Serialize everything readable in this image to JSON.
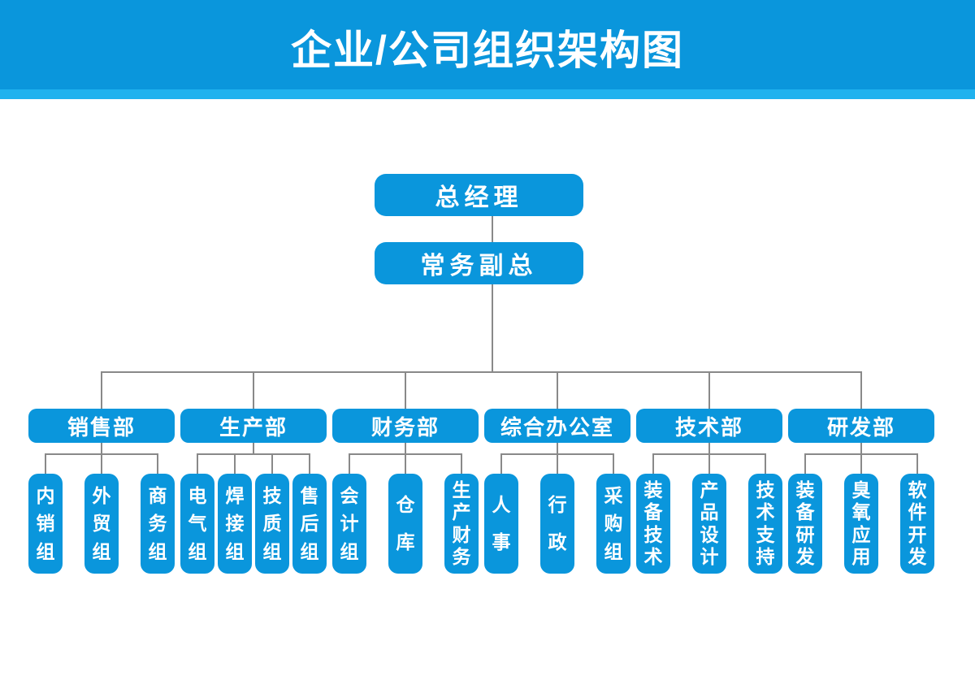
{
  "header": {
    "title": "企业/公司组织架构图"
  },
  "colors": {
    "primary_blue": "#0a96dc",
    "light_blue_strip": "#20b2ee",
    "connector_gray": "#898989",
    "text_white": "#ffffff"
  },
  "top_nodes": [
    {
      "label": "总经理"
    },
    {
      "label": "常务副总"
    }
  ],
  "departments": [
    {
      "label": "销售部",
      "children": [
        "内销组",
        "外贸组",
        "商务组"
      ]
    },
    {
      "label": "生产部",
      "children": [
        "电气组",
        "焊接组",
        "技质组",
        "售后组"
      ]
    },
    {
      "label": "财务部",
      "children": [
        "会计组",
        "仓库",
        "生产财务"
      ]
    },
    {
      "label": "综合办公室",
      "children": [
        "人事",
        "行政",
        "采购组"
      ]
    },
    {
      "label": "技术部",
      "children": [
        "装备技术",
        "产品设计",
        "技术支持"
      ]
    },
    {
      "label": "研发部",
      "children": [
        "装备研发",
        "臭氧应用",
        "软件开发"
      ]
    }
  ]
}
